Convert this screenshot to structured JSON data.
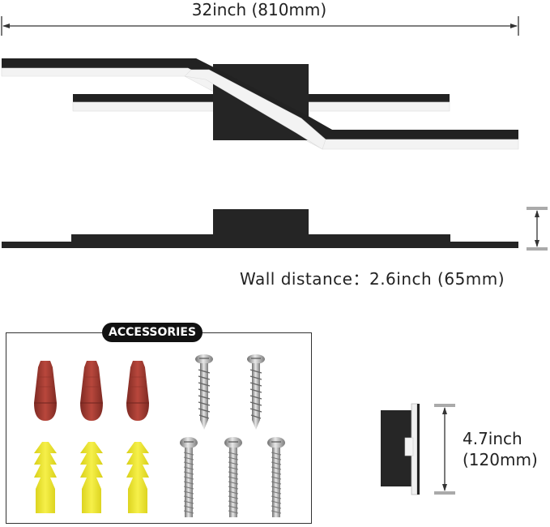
{
  "dimensions": {
    "width_label": "32inch (810mm)",
    "wall_distance_label": "Wall distance：2.6inch (65mm)",
    "height_label_line1": "4.7inch",
    "height_label_line2": "(120mm)"
  },
  "accessories": {
    "title": "ACCESSORIES"
  },
  "colors": {
    "fixture": "#222222",
    "led": "#f3f3f3",
    "wire_nut": "#a83b32",
    "anchor": "#e6e02a",
    "screw": "#9a9a9a"
  }
}
